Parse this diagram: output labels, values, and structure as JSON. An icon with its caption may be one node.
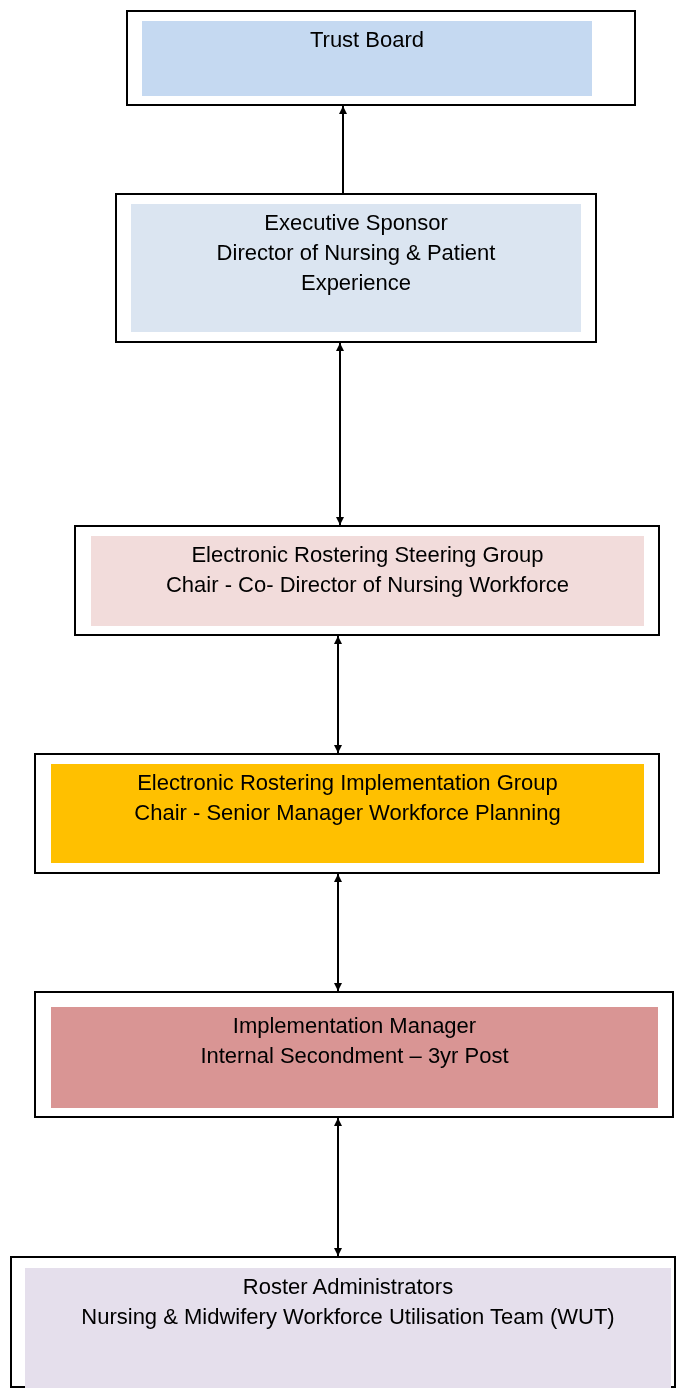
{
  "diagram": {
    "nodes": [
      {
        "text": [
          "Trust Board"
        ]
      },
      {
        "text": [
          "Executive Sponsor",
          "Director of Nursing & Patient Experience"
        ]
      },
      {
        "text": [
          "Electronic Rostering Steering Group",
          "Chair - Co- Director of Nursing Workforce"
        ]
      },
      {
        "text": [
          "Electronic Rostering Implementation Group",
          "Chair - Senior Manager Workforce Planning"
        ]
      },
      {
        "text": [
          "Implementation Manager",
          "Internal Secondment – 3yr Post"
        ]
      },
      {
        "text": [
          "Roster Administrators",
          "Nursing & Midwifery Workforce Utilisation Team (WUT)"
        ]
      }
    ],
    "edges": [
      {
        "from": 1,
        "to": 0,
        "arrow": "to"
      },
      {
        "from": 1,
        "to": 2,
        "arrow": "both"
      },
      {
        "from": 2,
        "to": 3,
        "arrow": "both"
      },
      {
        "from": 3,
        "to": 4,
        "arrow": "both"
      },
      {
        "from": 4,
        "to": 5,
        "arrow": "both"
      }
    ]
  }
}
